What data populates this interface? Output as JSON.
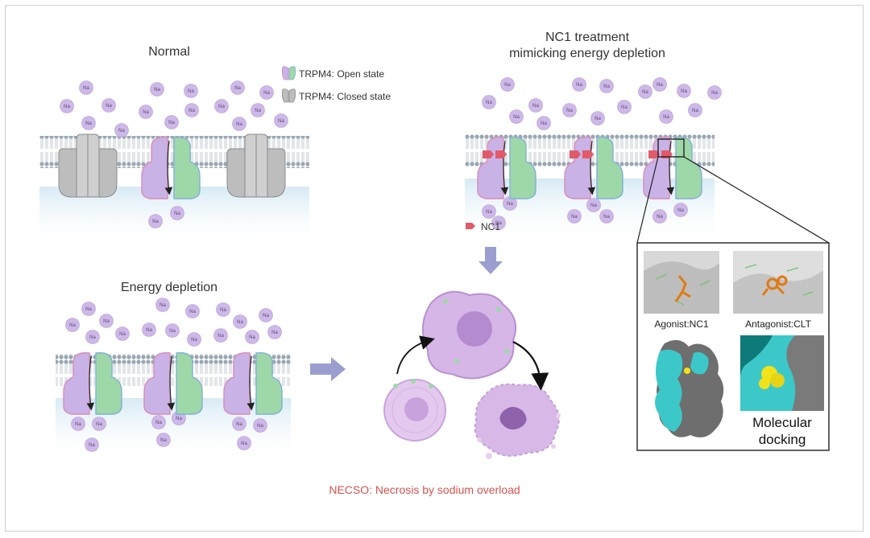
{
  "panels": {
    "normal": {
      "title": "Normal"
    },
    "energy_depletion": {
      "title": "Energy depletion"
    },
    "nc1": {
      "title_line1": "NC1 treatment",
      "title_line2": "mimicking energy depletion"
    }
  },
  "legend": {
    "open": "TRPM4: Open state",
    "closed": "TRPM4: Closed state",
    "nc1": "NC1"
  },
  "ion_label": "Na",
  "docking": {
    "agonist": "Agonist:NC1",
    "antagonist": "Antagonist:CLT",
    "title_line1": "Molecular",
    "title_line2": "docking"
  },
  "footer": "NECSO: Necrosis by sodium overload",
  "colors": {
    "open_purple": "#c9b3e6",
    "open_green": "#9fd8a8",
    "closed_gray": "#bdbdbd",
    "ion": "#cdb8e8",
    "arrow": "#9a9fd0",
    "nc1_red": "#e05a6a",
    "footer_red": "#d9534f",
    "protein_cyan": "#3cc8c8"
  }
}
